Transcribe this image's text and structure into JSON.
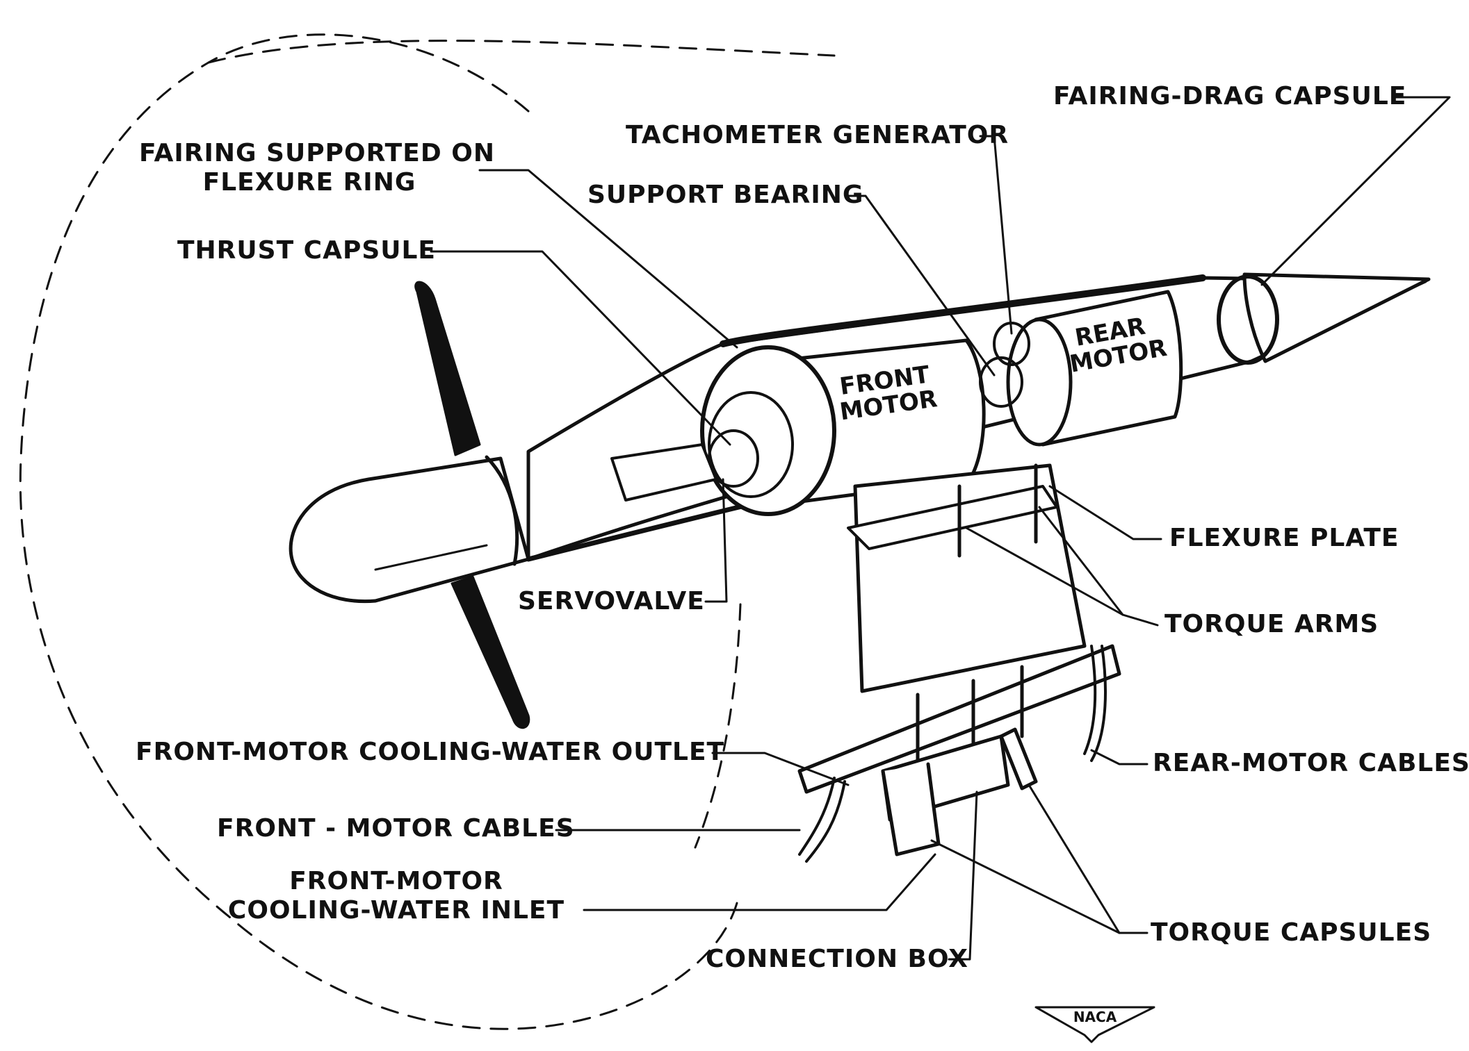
{
  "labels": {
    "fairing_drag_capsule": "FAIRING-DRAG CAPSULE",
    "tachometer_generator": "TACHOMETER GENERATOR",
    "fairing_supported_line1": "FAIRING SUPPORTED ON",
    "fairing_supported_line2": "FLEXURE RING",
    "support_bearing": "SUPPORT BEARING",
    "thrust_capsule": "THRUST CAPSULE",
    "flexure_plate": "FLEXURE PLATE",
    "servovalve": "SERVOVALVE",
    "torque_arms": "TORQUE ARMS",
    "front_motor_outlet": "FRONT-MOTOR COOLING-WATER OUTLET",
    "rear_motor_cables": "REAR-MOTOR CABLES",
    "front_motor_cables": "FRONT - MOTOR CABLES",
    "front_motor_inlet_line1": "FRONT-MOTOR",
    "front_motor_inlet_line2": "COOLING-WATER INLET",
    "torque_capsules": "TORQUE CAPSULES",
    "connection_box": "CONNECTION BOX"
  },
  "body_text": {
    "front_motor_line1": "FRONT",
    "front_motor_line2": "MOTOR",
    "rear_motor_line1": "REAR",
    "rear_motor_line2": "MOTOR"
  },
  "logo": {
    "text": "NACA"
  }
}
